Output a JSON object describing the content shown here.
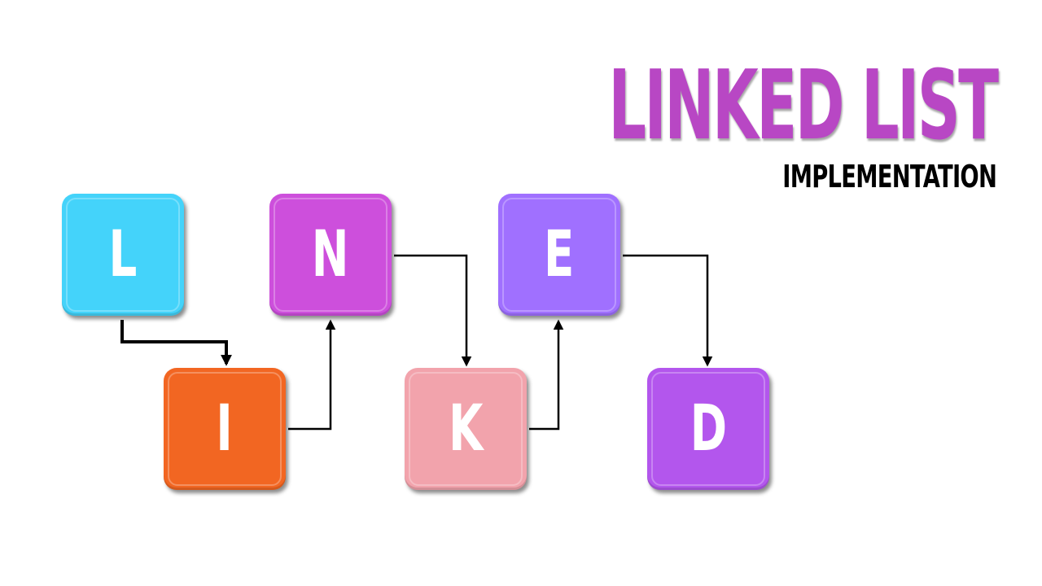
{
  "title": "LINKED LIST",
  "subtitle": "IMPLEMENTATION",
  "colors": {
    "title": "#b847c4",
    "link": "#000000"
  },
  "nodes": [
    {
      "id": "l",
      "label": "L",
      "color": "#44d3fa"
    },
    {
      "id": "i",
      "label": "I",
      "color": "#f26622"
    },
    {
      "id": "n",
      "label": "N",
      "color": "#cd4fdc"
    },
    {
      "id": "k",
      "label": "K",
      "color": "#f2a3ac"
    },
    {
      "id": "e",
      "label": "E",
      "color": "#a070ff"
    },
    {
      "id": "d",
      "label": "D",
      "color": "#b356ed"
    }
  ],
  "links": [
    {
      "from": "L",
      "to": "I"
    },
    {
      "from": "I",
      "to": "N"
    },
    {
      "from": "N",
      "to": "K"
    },
    {
      "from": "K",
      "to": "E"
    },
    {
      "from": "E",
      "to": "D"
    }
  ]
}
